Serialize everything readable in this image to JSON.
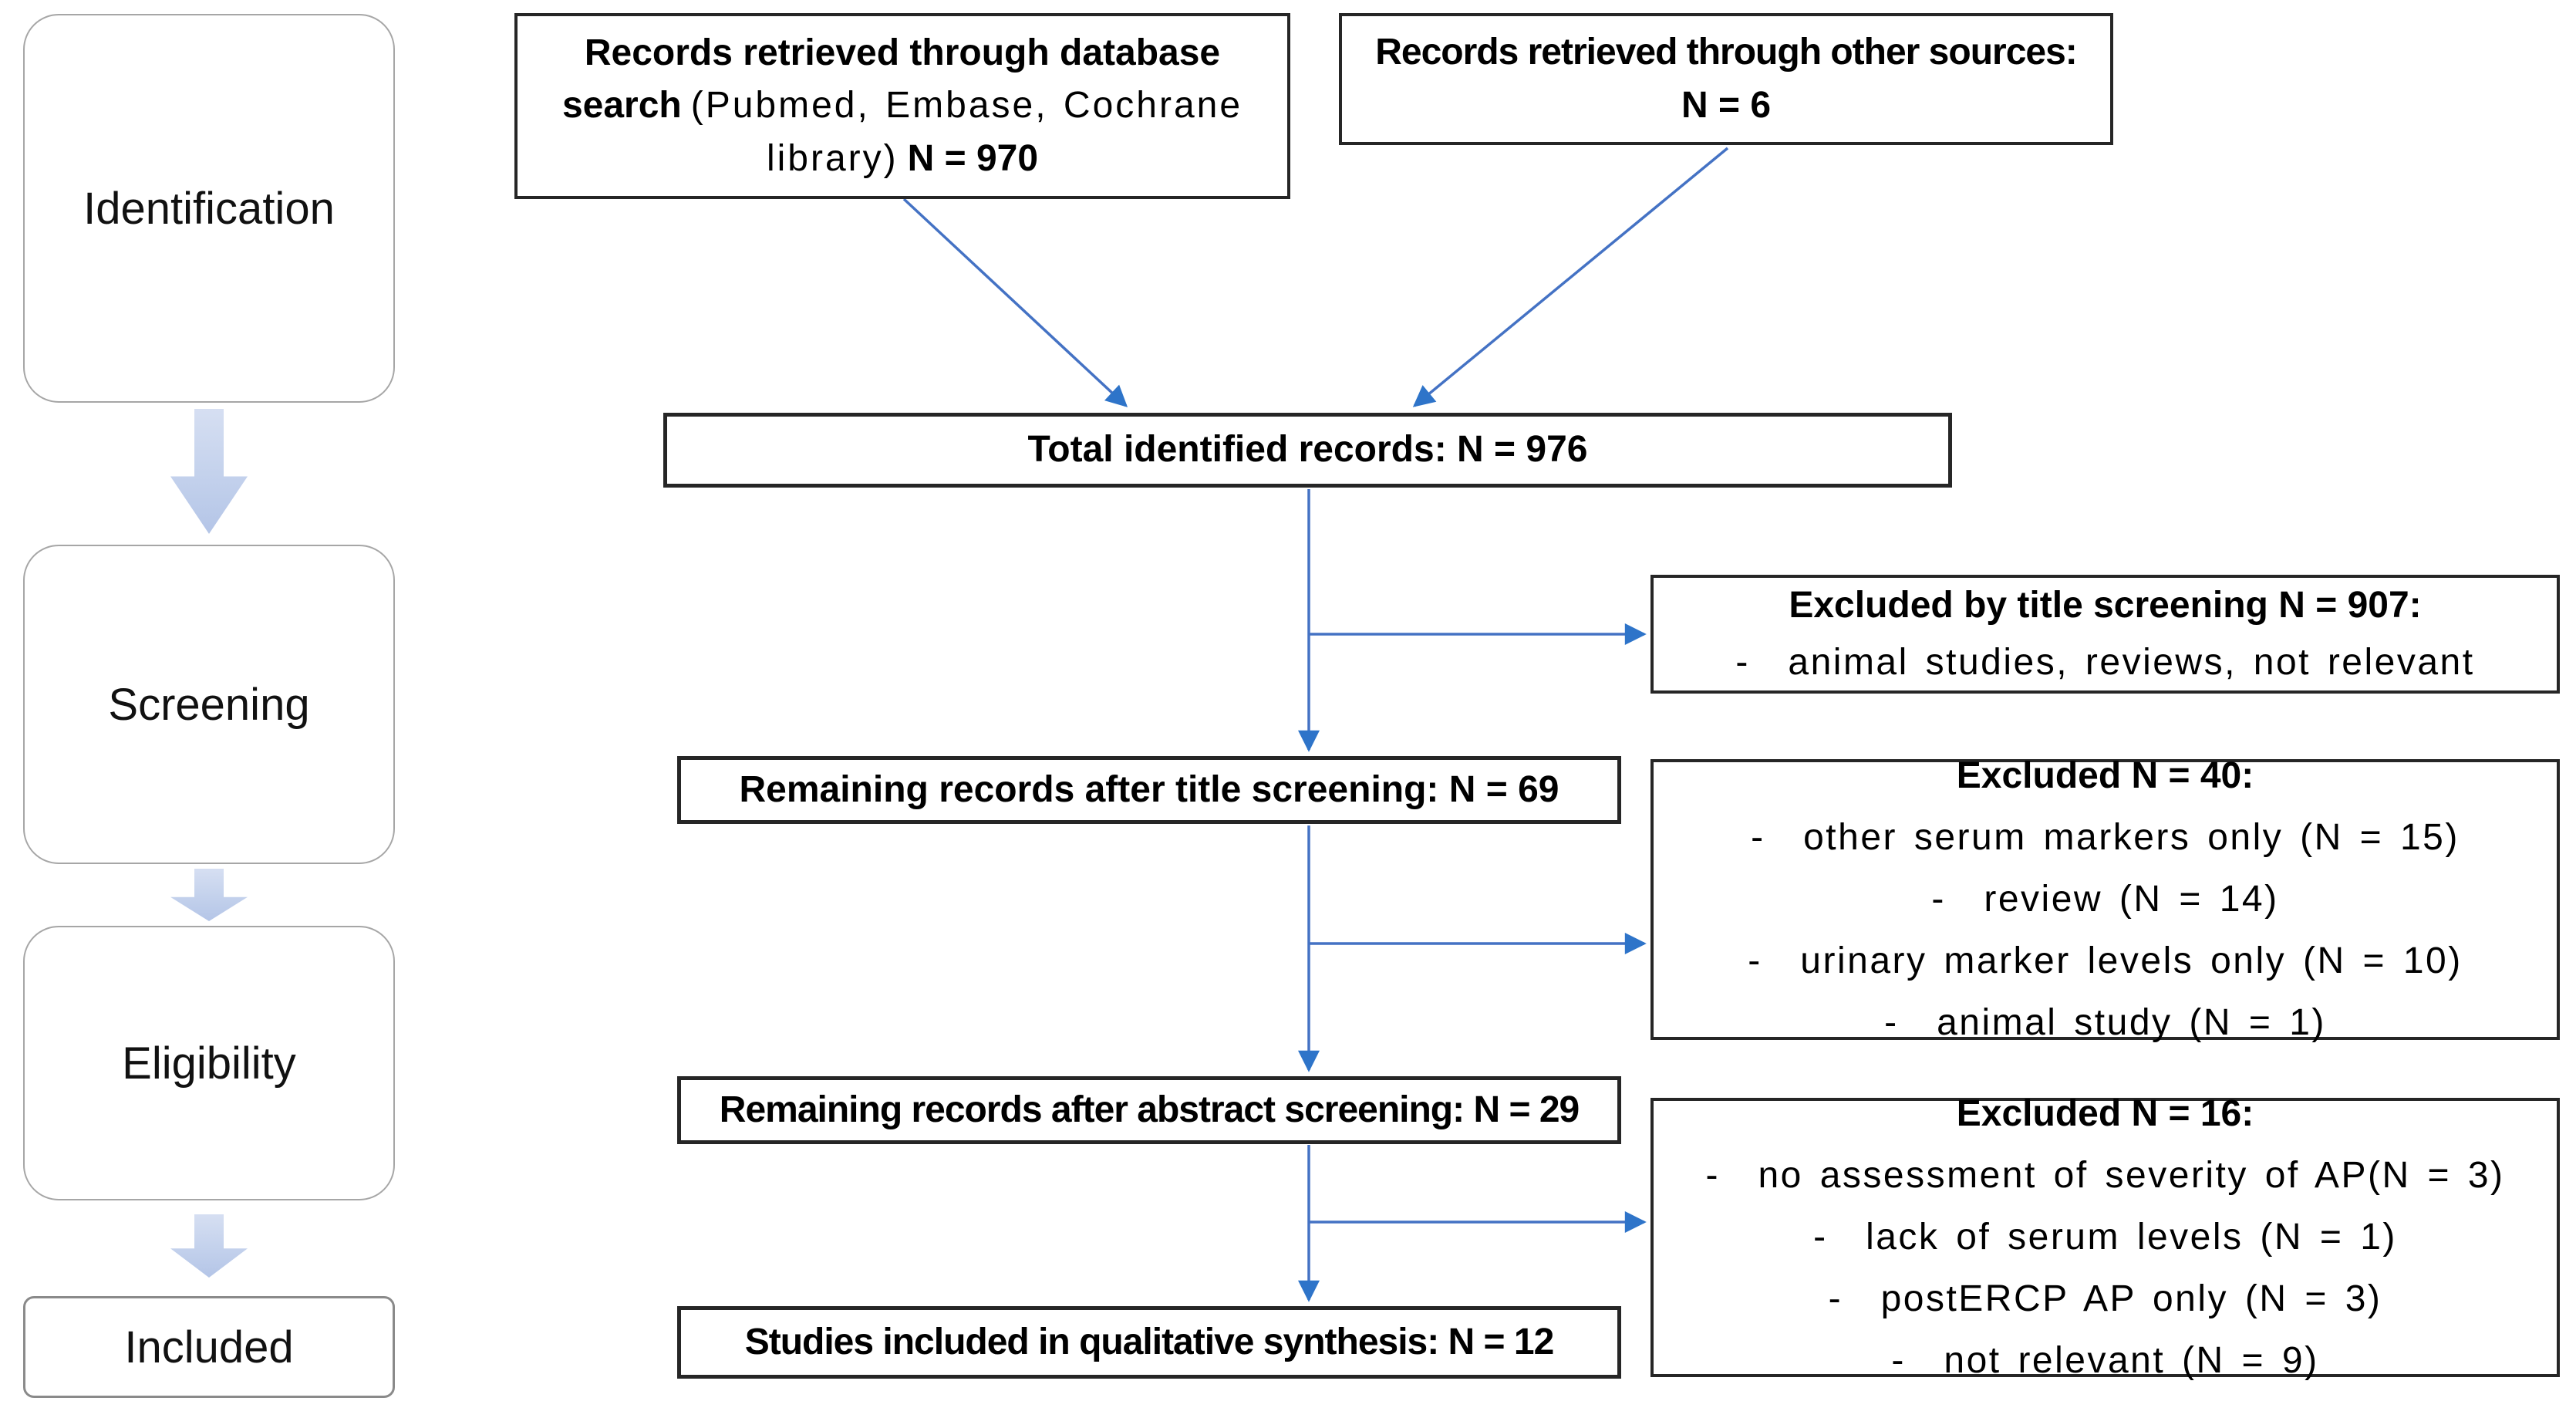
{
  "stages": {
    "identification": "Identification",
    "screening": "Screening",
    "eligibility": "Eligibility",
    "included": "Included"
  },
  "flow": {
    "source_db": {
      "line1": "Records retrieved through database",
      "line2_bold": "search",
      "line2_reg": "(Pubmed, Embase, Cochrane",
      "line3_reg": "library)",
      "line3_bold": "N = 970"
    },
    "source_other": {
      "line1": "Records retrieved through other sources:",
      "line2": "N = 6"
    },
    "total": "Total identified records: N = 976",
    "after_title": "Remaining records after title screening: N = 69",
    "after_abstract": "Remaining records after abstract screening: N = 29",
    "included_studies": "Studies included in qualitative synthesis: N = 12"
  },
  "exclusions": {
    "title_screening": {
      "header": "Excluded by title screening N = 907:",
      "items": [
        "animal studies, reviews, not relevant"
      ]
    },
    "abstract_screening": {
      "header": "Excluded N = 40:",
      "items": [
        "other serum markers only (N = 15)",
        "review (N = 14)",
        "urinary marker levels only (N = 10)",
        "animal study (N = 1)"
      ]
    },
    "full_text": {
      "header": "Excluded N = 16:",
      "items": [
        "no assessment of severity of AP(N = 3)",
        "lack of serum levels (N = 1)",
        "postERCP AP only (N = 3)",
        "not relevant (N = 9)"
      ]
    }
  },
  "bullet": "-",
  "colors": {
    "connector_line": "#4472c4",
    "connector_head": "#2e74c9",
    "flow_box_border": "#262626",
    "stage_box_border": "#a6a6a6",
    "block_arrow_fill": "#c3d1ec",
    "text": "#000000"
  }
}
